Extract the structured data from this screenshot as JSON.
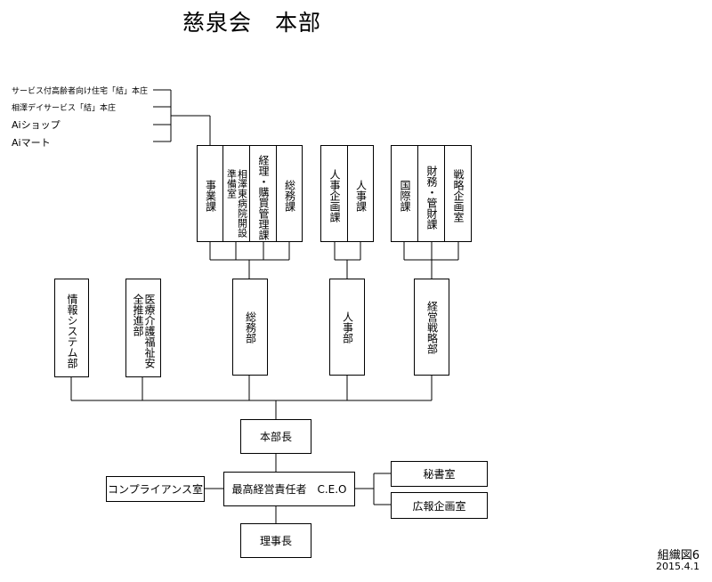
{
  "title": "慈泉会　本部",
  "affiliates": [
    "サービス付高齢者向け住宅「結」本庄",
    "相澤デイサービス「結」本庄",
    "Aiショップ",
    "Aiマート"
  ],
  "sections": {
    "jigyo": "事業課",
    "kaisetsu": "相澤東病院開設準備室",
    "keiri": "経理・購買管理課",
    "somuka": "総務課",
    "jinji_kikaku": "人事企画課",
    "jinjika": "人事課",
    "kokusai": "国際課",
    "zaimu": "財務・管財課",
    "senryaku_kikaku": "戦略企画室"
  },
  "departments": {
    "joho": "情報システム部",
    "iryo_anzen": "医療介護福祉安全推進部",
    "somubu": "総務部",
    "jinjibu": "人事部",
    "keiei_senryaku": "経営戦略部"
  },
  "executive": {
    "honbucho": "本部長",
    "ceo": "最高経営責任者　C.E.O",
    "compliance": "コンプライアンス室",
    "hisho": "秘書室",
    "koho": "広報企画室",
    "rijicho": "理事長"
  },
  "footer": {
    "label": "組織図6",
    "date": "2015.4.1"
  }
}
